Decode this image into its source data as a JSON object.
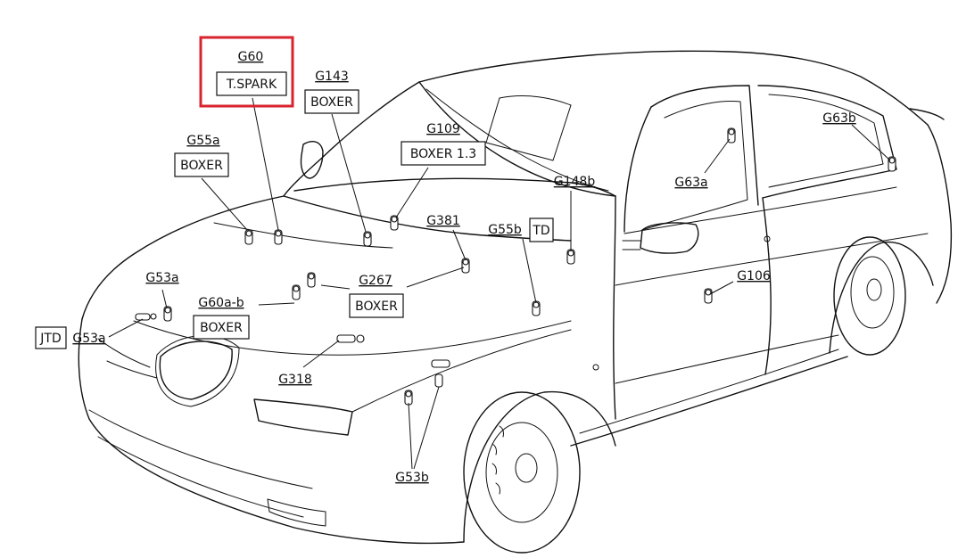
{
  "labels": {
    "g60": "G60",
    "t_spark": "T.SPARK",
    "g143": "G143",
    "boxer_g143": "BOXER",
    "g109": "G109",
    "boxer_13": "BOXER 1.3",
    "g55a": "G55a",
    "boxer_g55a": "BOXER",
    "g148b": "G148b",
    "g381": "G381",
    "g55b": "G55b",
    "td": "TD",
    "g63b": "G63b",
    "g63a": "G63a",
    "g53a_top": "G53a",
    "g267": "G267",
    "boxer_g267": "BOXER",
    "g60ab": "G60a-b",
    "boxer_g60ab": "BOXER",
    "jtd": "JTD",
    "g53a_left": "G53a",
    "g106": "G106",
    "g318": "G318",
    "g53b": "G53b"
  },
  "highlight_color": "#d9232e"
}
